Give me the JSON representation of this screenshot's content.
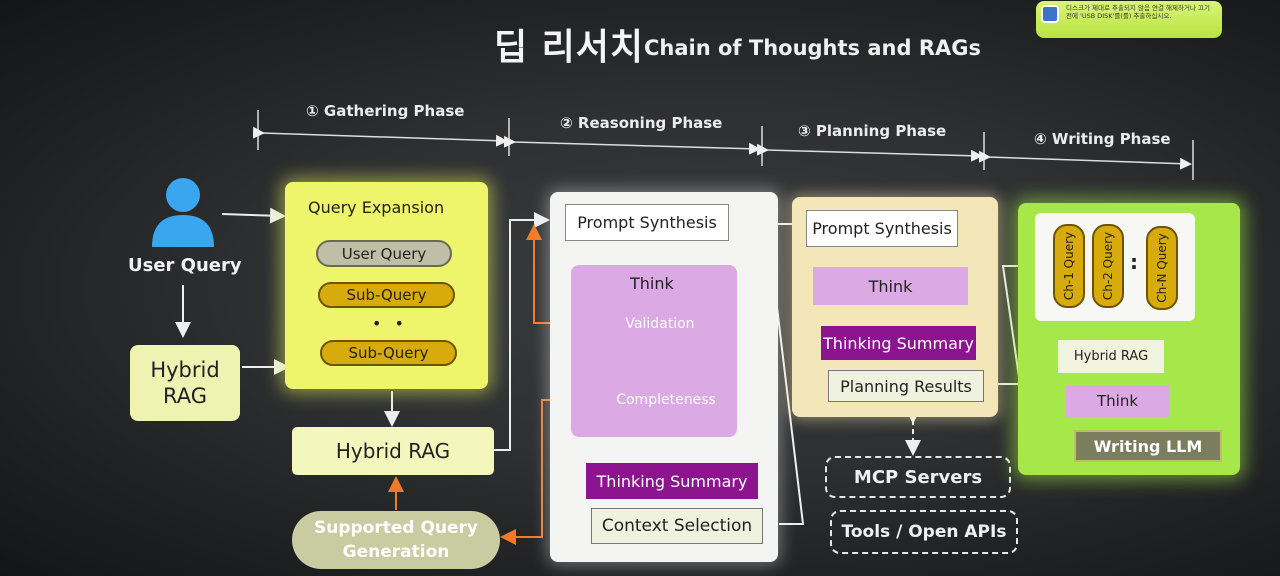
{
  "header": {
    "title_korean": "딥 리서치",
    "title_english": "Chain of Thoughts and RAGs",
    "sticker_text": "디스크가 제대로 추출되지 않음 연결 해제하거나 끄기 전에 'USB DISK'를(를) 추출하십시오."
  },
  "phases": [
    {
      "label": "① Gathering Phase"
    },
    {
      "label": "② Reasoning Phase"
    },
    {
      "label": "③ Planning Phase"
    },
    {
      "label": "④ Writing Phase"
    }
  ],
  "gathering": {
    "user_label": "User Query",
    "hybrid_rag_left": "Hybrid RAG",
    "query_expansion": {
      "title": "Query Expansion",
      "items": [
        "User Query",
        "Sub-Query",
        "• •",
        "Sub-Query"
      ]
    },
    "hybrid_rag_mid": "Hybrid RAG",
    "supported_query": "Supported Query Generation"
  },
  "reasoning": {
    "prompt_synthesis": "Prompt Synthesis",
    "think": "Think",
    "validation": "Validation",
    "completeness": "Completeness",
    "thinking_summary": "Thinking Summary",
    "context_selection": "Context Selection"
  },
  "planning": {
    "prompt_synthesis": "Prompt Synthesis",
    "think": "Think",
    "thinking_summary": "Thinking Summary",
    "planning_results": "Planning Results",
    "mcp_servers": "MCP Servers",
    "tools": "Tools / Open APIs"
  },
  "writing": {
    "queries": [
      "Ch-1 Query",
      "Ch-2 Query",
      "Ch-N Query"
    ],
    "dots": ":",
    "hybrid_rag": "Hybrid RAG",
    "think": "Think",
    "writing_llm": "Writing LLM"
  },
  "colors": {
    "background": "#2e2f31",
    "query_expansion": "#eef56b",
    "gold_pill": "#d8ab0c",
    "think_purple": "#dba9e3",
    "diamond_blue": "#133a78",
    "summary_magenta": "#8d148f",
    "writing_green": "#a6e84a",
    "orange_arrow": "#f07a28"
  }
}
